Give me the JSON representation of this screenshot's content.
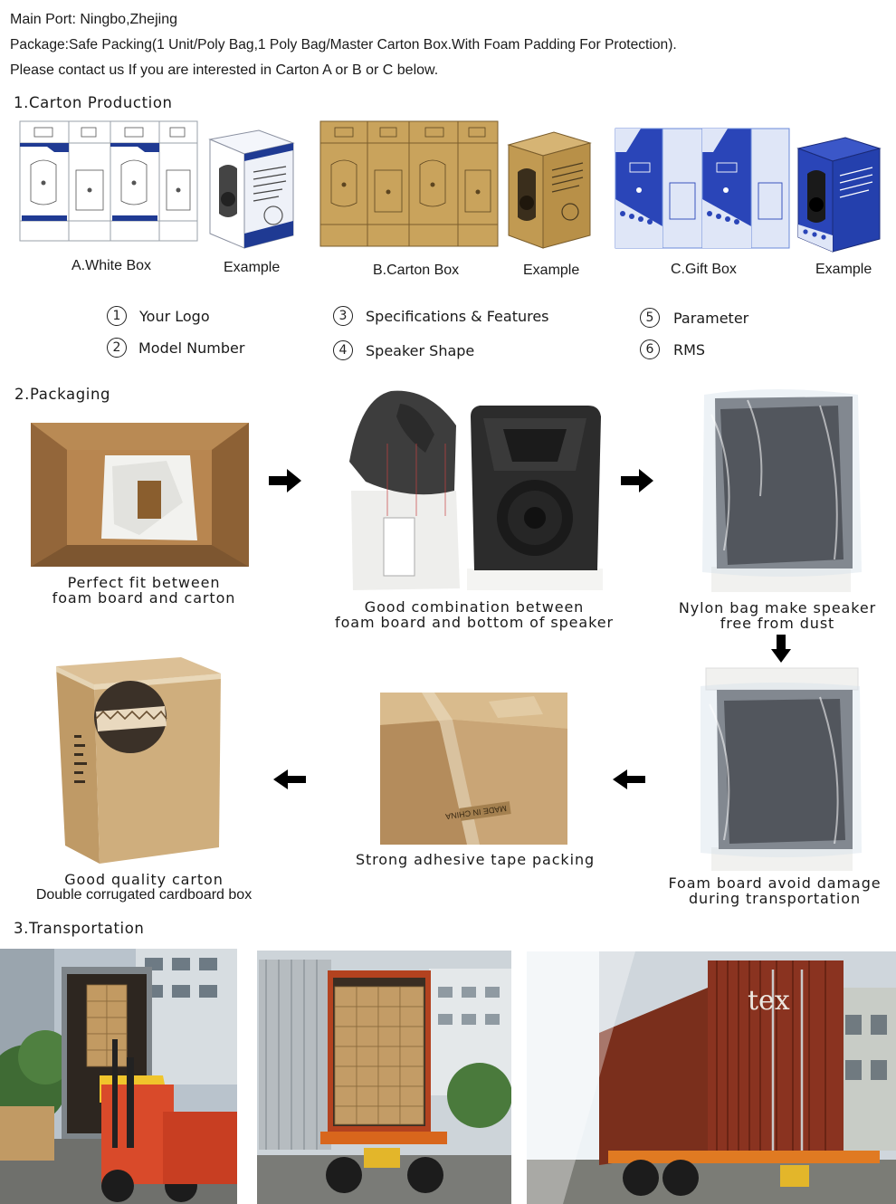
{
  "header": {
    "line1": "Main Port: Ningbo,Zhejing",
    "line2": "Package:Safe Packing(1 Unit/Poly Bag,1 Poly Bag/Master Carton Box.With Foam Padding For Protection).",
    "line3": "Please contact us If you are interested in Carton A or B or C below."
  },
  "carton_production": {
    "title": "1.Carton Production",
    "boxes": [
      {
        "label": "A.White Box",
        "example": "Example",
        "color": "#ffffff",
        "accent": "#1f3a93"
      },
      {
        "label": "B.Carton Box",
        "example": "Example",
        "color": "#c9a35c",
        "accent": "#6b5126"
      },
      {
        "label": "C.Gift Box",
        "example": "Example",
        "color": "#2a45b8",
        "accent": "#ffffff"
      }
    ],
    "legend": [
      {
        "num": "1",
        "text": "Your Logo"
      },
      {
        "num": "2",
        "text": "Model Number"
      },
      {
        "num": "3",
        "text": "Specifications & Features"
      },
      {
        "num": "4",
        "text": "Speaker Shape"
      },
      {
        "num": "5",
        "text": "Parameter"
      },
      {
        "num": "6",
        "text": "RMS"
      }
    ]
  },
  "packaging": {
    "title": "2.Packaging",
    "steps": [
      {
        "line1": "Perfect fit between",
        "line2": "foam board and carton"
      },
      {
        "line1": "Good combination between",
        "line2": "foam board and bottom of speaker"
      },
      {
        "line1": "Nylon bag make speaker",
        "line2": "free from dust"
      },
      {
        "line1": "Foam board avoid damage",
        "line2": "during transportation"
      },
      {
        "line1": "Strong adhesive tape packing",
        "line2": ""
      },
      {
        "line1": "Good quality carton",
        "line2": "Double corrugated cardboard box"
      }
    ],
    "carton_print": "MADE IN CHINA"
  },
  "transportation": {
    "title": "3.Transportation",
    "container_brand": "tex"
  }
}
